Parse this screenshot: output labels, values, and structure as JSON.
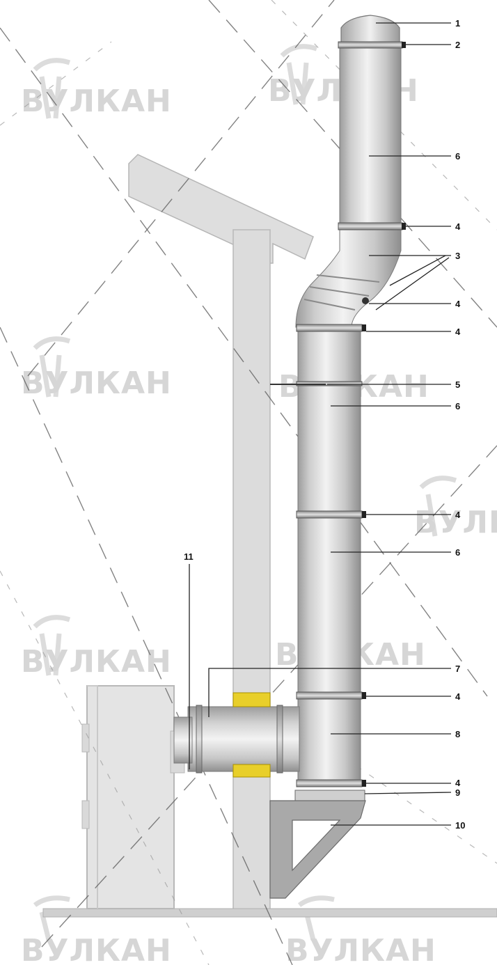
{
  "watermark": {
    "text": "ВУЛКАН"
  },
  "callouts": [
    {
      "id": "c1",
      "label": "1"
    },
    {
      "id": "c2",
      "label": "2"
    },
    {
      "id": "c3",
      "label": "6"
    },
    {
      "id": "c4",
      "label": "4"
    },
    {
      "id": "c5",
      "label": "3"
    },
    {
      "id": "c6",
      "label": "4"
    },
    {
      "id": "c7",
      "label": "4"
    },
    {
      "id": "c8",
      "label": "5"
    },
    {
      "id": "c9",
      "label": "6"
    },
    {
      "id": "c10",
      "label": "4"
    },
    {
      "id": "c11",
      "label": "6"
    },
    {
      "id": "c12",
      "label": "7"
    },
    {
      "id": "c13",
      "label": "4"
    },
    {
      "id": "c14",
      "label": "8"
    },
    {
      "id": "c15",
      "label": "4"
    },
    {
      "id": "c16",
      "label": "9"
    },
    {
      "id": "c17",
      "label": "10"
    },
    {
      "id": "c18",
      "label": "11"
    }
  ],
  "colors": {
    "pipe_light": "#e9e9e9",
    "pipe_mid": "#c4c4c4",
    "pipe_dark": "#9a9a9a",
    "wall": "#dcdcdc",
    "insulation": "#e8cf2a",
    "bracket": "#a7a7a7"
  }
}
